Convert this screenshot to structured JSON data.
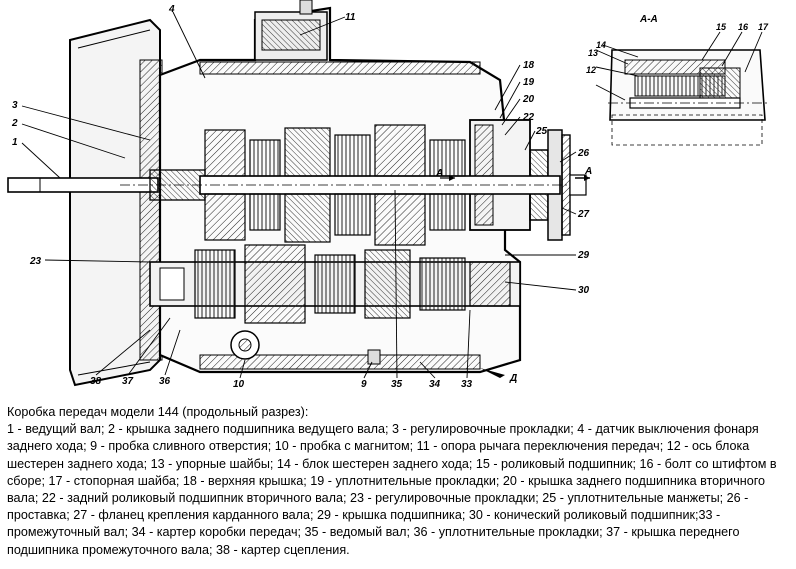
{
  "figure": {
    "callouts": {
      "n1": "1",
      "n2": "2",
      "n3": "3",
      "n4": "4",
      "n10": "10",
      "n11": "11",
      "n12": "12",
      "n13": "13",
      "n14": "14",
      "n15": "15",
      "n16": "16",
      "n17": "17",
      "n18": "18",
      "n19": "19",
      "n20": "20",
      "n22": "22",
      "n23": "23",
      "n25": "25",
      "n26": "26",
      "n27": "27",
      "n29": "29",
      "n30": "30",
      "n33": "33",
      "n34": "34",
      "n35": "35",
      "n36": "36",
      "n37": "37",
      "n38": "38",
      "n9": "9"
    },
    "section_label": "А-А",
    "section_mark_top": "А",
    "section_mark_center": "А",
    "view_mark": "Д"
  },
  "caption": {
    "title": "Коробка передач модели 144 (продольный разрез):",
    "body": "1 - ведущий вал; 2 - крышка заднего подшипника ведущего вала; 3 - регулировочные прокладки; 4 - датчик выключения фонаря заднего хода; 9 - пробка сливного отверстия; 10 - пробка с магнитом; 11 - опора рычага переключения передач; 12 - ось блока шестерен заднего хода; 13 - упорные шайбы; 14 - блок шестерен заднего хода; 15 - роликовый подшипник; 16 - болт со штифтом в сборе; 17 - стопорная шайба; 18 - верхняя крышка; 19 - уплотнительные прокладки; 20 - крышка заднего подшипника вторичного вала; 22 - задний роликовый подшипник вторичного вала; 23 - регулировочные прокладки; 25 - уплотнительные манжеты; 26 - проставка; 27 - фланец крепления карданного вала; 29 - крышка подшипника; 30 - конический роликовый подшипник;33 - промежуточный вал; 34 - картер коробки передач; 35 - ведомый вал; 36 - уплотнительные прокладки; 37 - крышка переднего подшипника промежуточного вала; 38 - картер сцепления."
  }
}
